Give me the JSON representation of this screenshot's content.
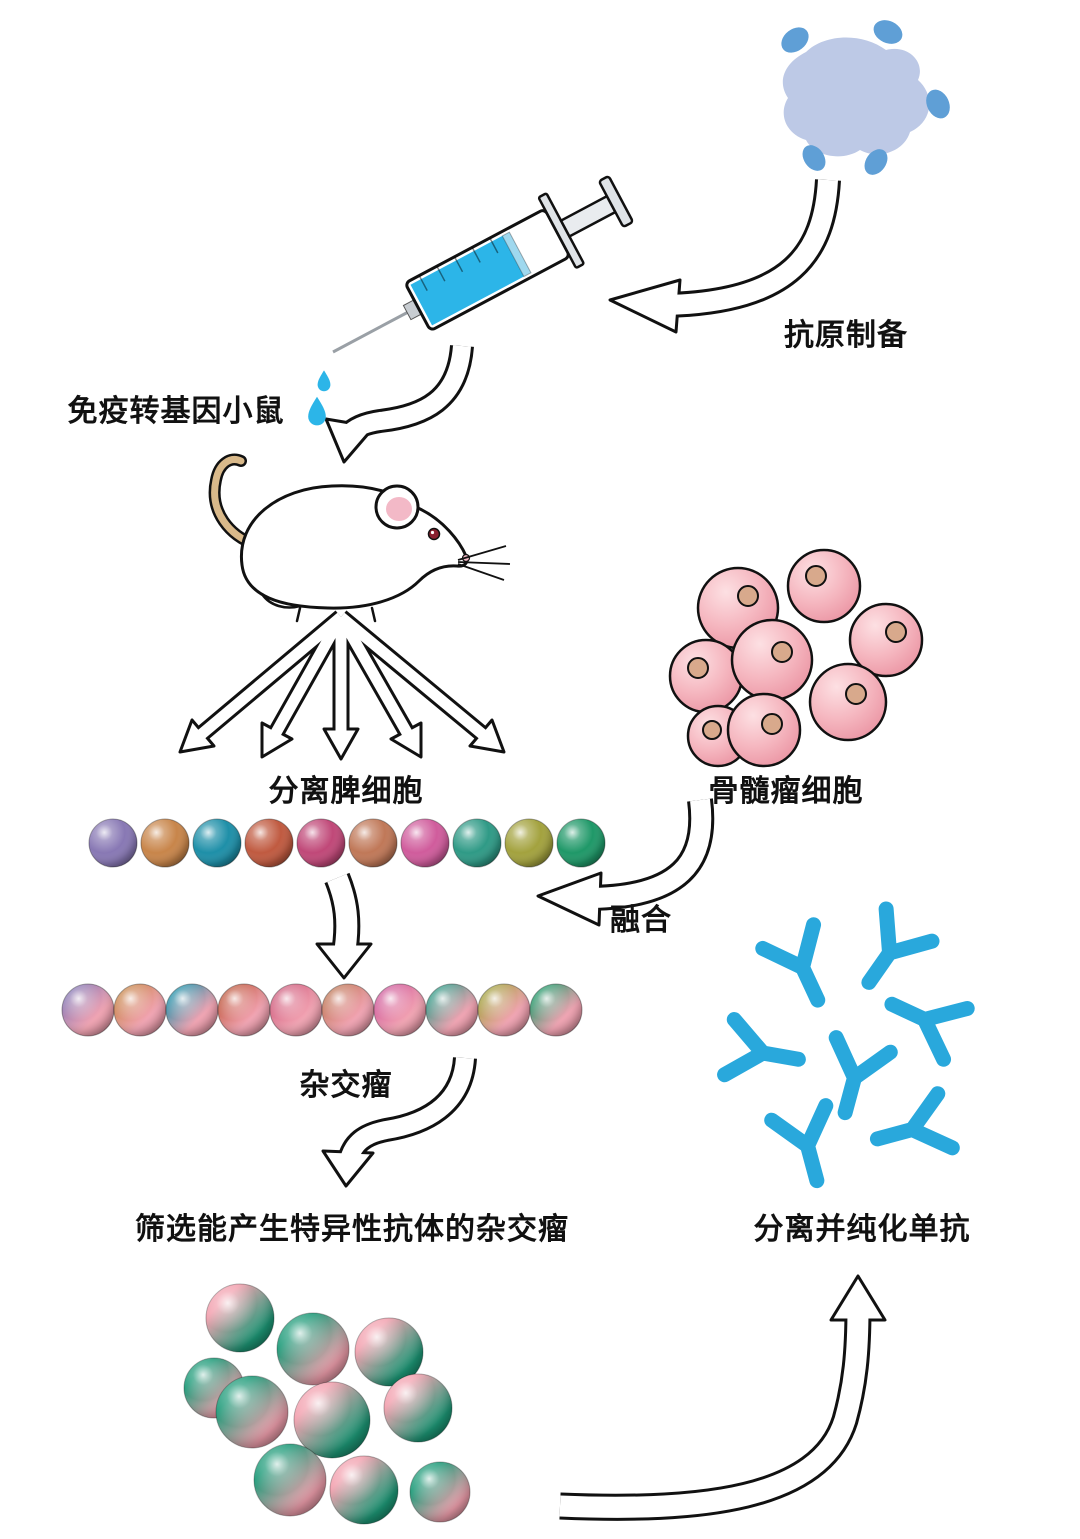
{
  "labels": {
    "antigen_prep": "抗原制备",
    "immunize": "免疫转基因小鼠",
    "spleen": "分离脾细胞",
    "myeloma": "骨髓瘤细胞",
    "fusion": "融合",
    "hybridoma": "杂交瘤",
    "screen": "筛选能产生特异性抗体的杂交瘤",
    "purify": "分离并纯化单抗"
  },
  "palette": {
    "outline": "#111111",
    "arrow_fill": "#ffffff",
    "antigen_body": "#bdc9e6",
    "antigen_knob": "#5f9fd6",
    "syringe_liquid": "#2cb5e8",
    "syringe_seal": "#9fd8ee",
    "antibody": "#29a8dc",
    "myeloma_light": "#fde0e3",
    "myeloma_mid": "#f5b6bf",
    "myeloma_deep": "#ea92a1",
    "myeloma_nucleus": "#d8a98c",
    "hybridoma_pink": "#f2a3b2",
    "cluster_pink": "#f2a0ae",
    "cluster_green": "#1d9a78",
    "mouse_body": "#ffffff",
    "mouse_tail": "#d9b98a",
    "mouse_ear": "#f3b9c7",
    "mouse_eye": "#8a1f2f"
  },
  "spleen_cells": [
    "#8878b4",
    "#c8854a",
    "#1e8fa8",
    "#c05a40",
    "#c04878",
    "#c07858",
    "#d05c9c",
    "#2f9a86",
    "#a3a23e",
    "#1f9868"
  ],
  "hybridoma_cells": [
    "#8878b4",
    "#c8854a",
    "#1e8fa8",
    "#c05a40",
    "#d06080",
    "#c07858",
    "#d05c9c",
    "#2f9a86",
    "#a3a23e",
    "#1f9868"
  ]
}
